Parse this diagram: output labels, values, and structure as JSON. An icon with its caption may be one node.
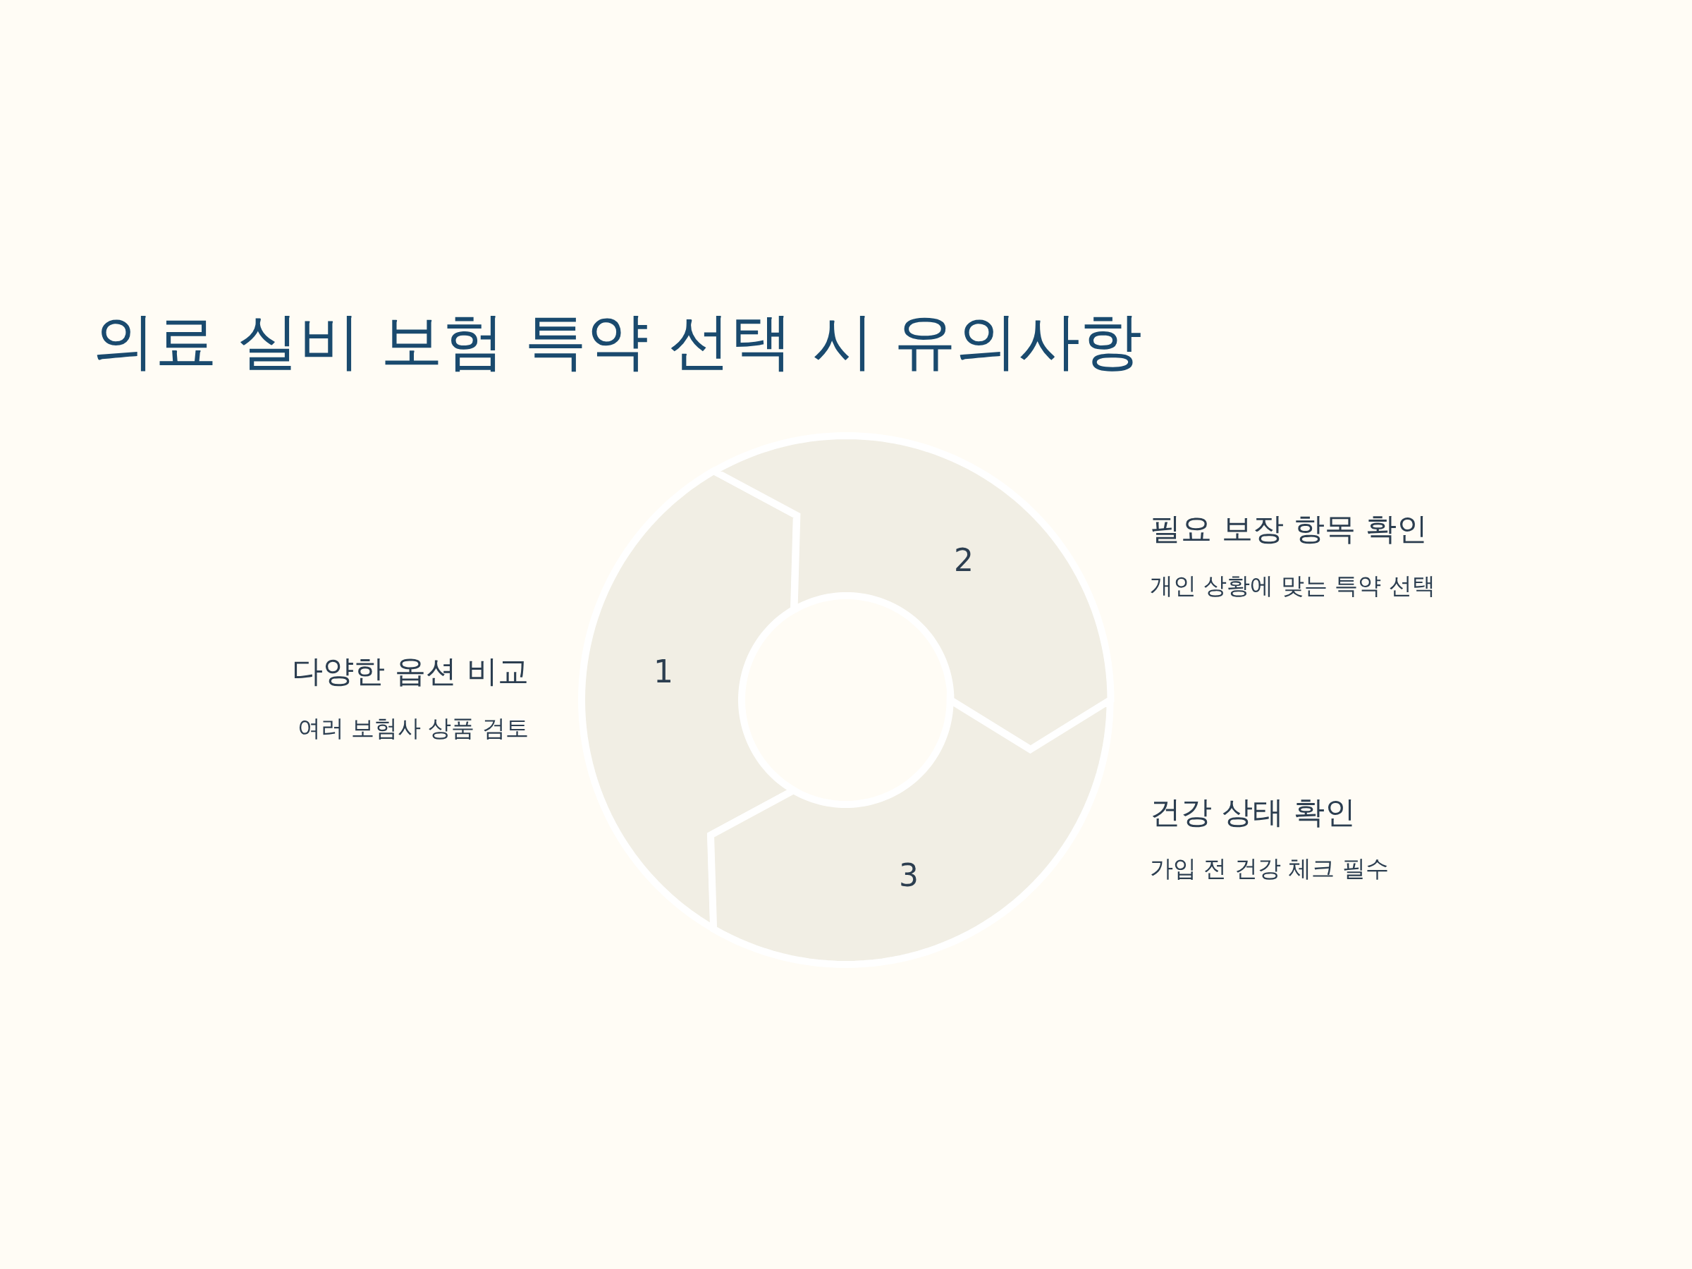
{
  "diagram": {
    "title": "의료 실비 보험 특약 선택 시 유의사항",
    "nodes": [
      {
        "text": [
          "1"
        ],
        "beside": [
          "다양한 옵션 비교",
          "여러 보험사 상품 검토"
        ]
      },
      {
        "text": [
          "2"
        ],
        "beside": [
          "필요 보장 항목 확인",
          "개인 상황에 맞는 특약 선택"
        ]
      },
      {
        "text": [
          "3"
        ],
        "beside": [
          "건강 상태 확인",
          "가입 전 건강 체크 필수"
        ]
      }
    ]
  }
}
